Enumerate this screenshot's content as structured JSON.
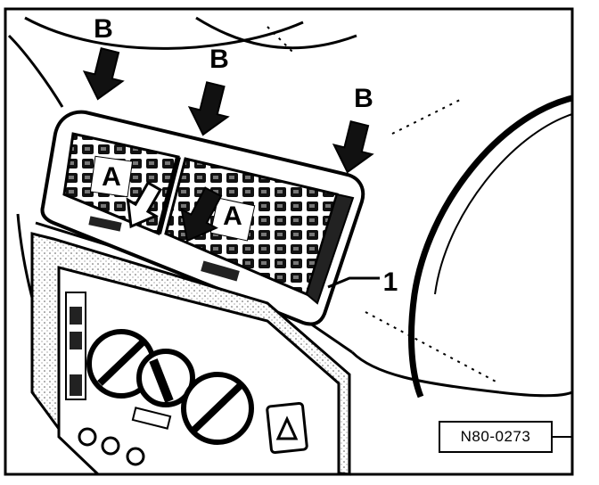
{
  "labels": {
    "push_direction_label": "B",
    "vent_label": "A",
    "part_number": "1"
  },
  "figure_ref": "N80-0273",
  "colors": {
    "ink": "#000000",
    "paper": "#ffffff",
    "shade": "#8c8c8c"
  }
}
